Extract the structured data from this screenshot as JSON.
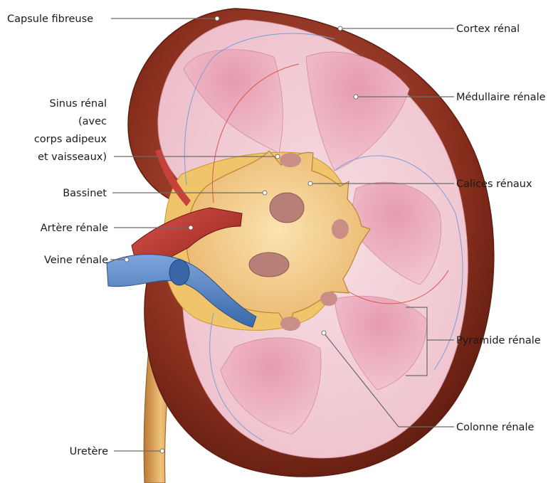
{
  "labels": {
    "capsule": "Capsule fibreuse",
    "sinus_line1": "Sinus rénal",
    "sinus_line2": "(avec",
    "sinus_line3": "corps adipeux",
    "sinus_line4": "et vaisseaux)",
    "bassinet": "Bassinet",
    "artere": "Artère rénale",
    "veine": "Veine rénale",
    "uretere": "Uretère",
    "cortex": "Cortex rénal",
    "medullaire": "Médullaire rénale",
    "calices": "Calices rénaux",
    "pyramide": "Pyramide rénale",
    "colonne": "Colonne rénale"
  },
  "colors": {
    "capsule": "#8a2f1e",
    "cortex": "#f2cdd6",
    "medulla": "#e9a9bb",
    "sinus_fat": "#f0c46a",
    "pelvis": "#f7d79a",
    "artery": "#b8322a",
    "vein": "#4f7fc0",
    "ureter": "#d9a25a"
  }
}
